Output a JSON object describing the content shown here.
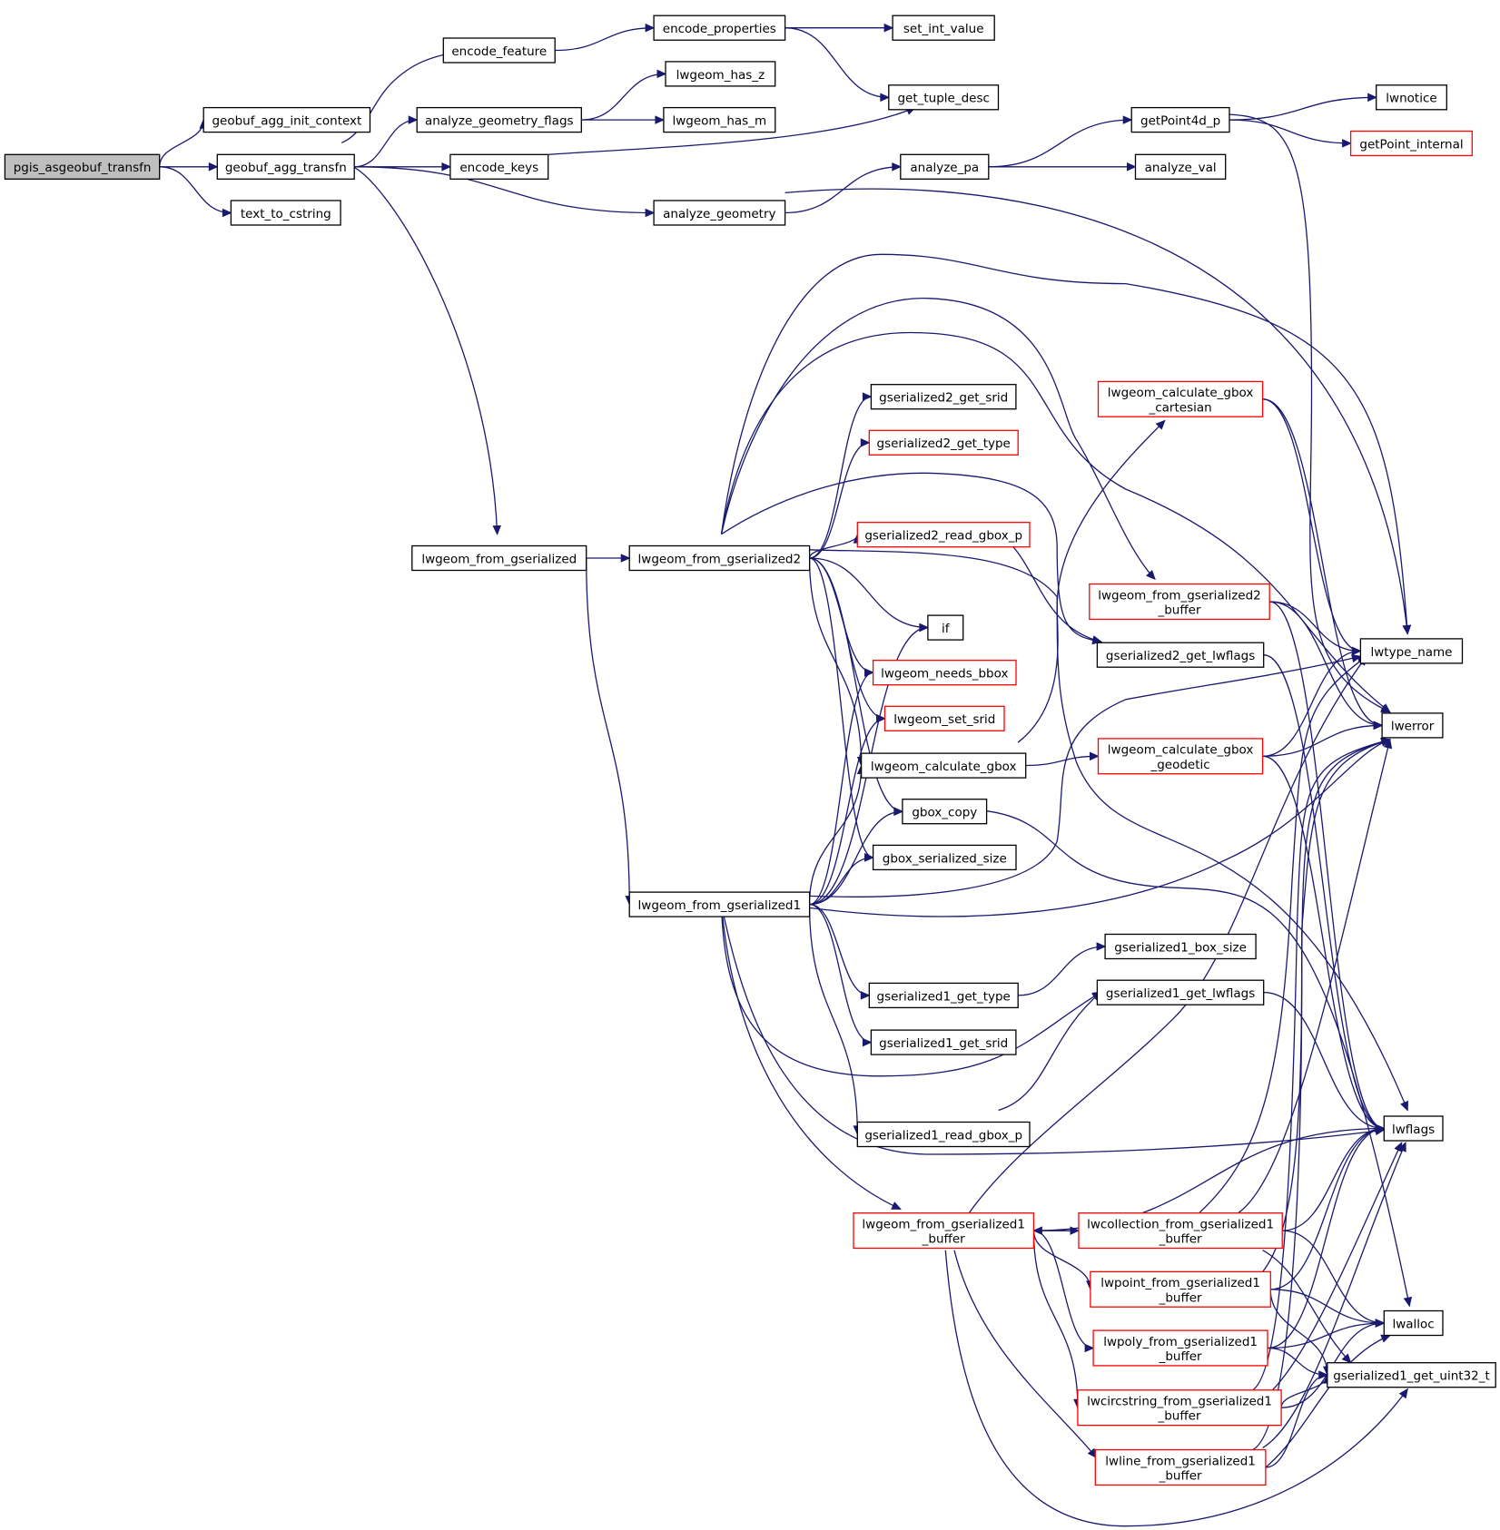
{
  "graph": {
    "nodes": {
      "root": {
        "lines": [
          "pgis_asgeobuf_transfn"
        ]
      },
      "geobuf_agg_init_context": {
        "lines": [
          "geobuf_agg_init_context"
        ]
      },
      "geobuf_agg_transfn": {
        "lines": [
          "geobuf_agg_transfn"
        ]
      },
      "text_to_cstring": {
        "lines": [
          "text_to_cstring"
        ]
      },
      "encode_feature": {
        "lines": [
          "encode_feature"
        ]
      },
      "analyze_geometry_flags": {
        "lines": [
          "analyze_geometry_flags"
        ]
      },
      "encode_keys": {
        "lines": [
          "encode_keys"
        ]
      },
      "analyze_geometry": {
        "lines": [
          "analyze_geometry"
        ]
      },
      "lwgeom_from_gserialized": {
        "lines": [
          "lwgeom_from_gserialized"
        ]
      },
      "encode_properties": {
        "lines": [
          "encode_properties"
        ]
      },
      "set_int_value": {
        "lines": [
          "set_int_value"
        ]
      },
      "get_tuple_desc": {
        "lines": [
          "get_tuple_desc"
        ]
      },
      "lwgeom_has_z": {
        "lines": [
          "lwgeom_has_z"
        ]
      },
      "lwgeom_has_m": {
        "lines": [
          "lwgeom_has_m"
        ]
      },
      "analyze_pa": {
        "lines": [
          "analyze_pa"
        ]
      },
      "getPoint4d_p": {
        "lines": [
          "getPoint4d_p"
        ]
      },
      "analyze_val": {
        "lines": [
          "analyze_val"
        ]
      },
      "lwnotice": {
        "lines": [
          "lwnotice"
        ]
      },
      "getPoint_internal": {
        "lines": [
          "getPoint_internal"
        ]
      },
      "lwgeom_from_gserialized2": {
        "lines": [
          "lwgeom_from_gserialized2"
        ]
      },
      "lwgeom_from_gserialized1": {
        "lines": [
          "lwgeom_from_gserialized1"
        ]
      },
      "gserialized2_get_srid": {
        "lines": [
          "gserialized2_get_srid"
        ]
      },
      "gserialized2_get_type": {
        "lines": [
          "gserialized2_get_type"
        ]
      },
      "gserialized2_read_gbox_p": {
        "lines": [
          "gserialized2_read_gbox_p"
        ]
      },
      "if": {
        "lines": [
          "if"
        ]
      },
      "lwgeom_needs_bbox": {
        "lines": [
          "lwgeom_needs_bbox"
        ]
      },
      "lwgeom_set_srid": {
        "lines": [
          "lwgeom_set_srid"
        ]
      },
      "lwgeom_calculate_gbox": {
        "lines": [
          "lwgeom_calculate_gbox"
        ]
      },
      "gbox_copy": {
        "lines": [
          "gbox_copy"
        ]
      },
      "gbox_serialized_size": {
        "lines": [
          "gbox_serialized_size"
        ]
      },
      "gserialized1_get_type": {
        "lines": [
          "gserialized1_get_type"
        ]
      },
      "gserialized1_get_srid": {
        "lines": [
          "gserialized1_get_srid"
        ]
      },
      "gserialized1_read_gbox_p": {
        "lines": [
          "gserialized1_read_gbox_p"
        ]
      },
      "lwgeom_from_gserialized1_buffer": {
        "lines": [
          "lwgeom_from_gserialized1",
          "_buffer"
        ]
      },
      "lwgeom_calculate_gbox_cartesian": {
        "lines": [
          "lwgeom_calculate_gbox",
          "_cartesian"
        ]
      },
      "lwgeom_from_gserialized2_buffer": {
        "lines": [
          "lwgeom_from_gserialized2",
          "_buffer"
        ]
      },
      "gserialized2_get_lwflags": {
        "lines": [
          "gserialized2_get_lwflags"
        ]
      },
      "lwgeom_calculate_gbox_geodetic": {
        "lines": [
          "lwgeom_calculate_gbox",
          "_geodetic"
        ]
      },
      "gserialized1_box_size": {
        "lines": [
          "gserialized1_box_size"
        ]
      },
      "gserialized1_get_lwflags": {
        "lines": [
          "gserialized1_get_lwflags"
        ]
      },
      "lwcollection_from_gserialized1_buffer": {
        "lines": [
          "lwcollection_from_gserialized1",
          "_buffer"
        ]
      },
      "lwpoint_from_gserialized1_buffer": {
        "lines": [
          "lwpoint_from_gserialized1",
          "_buffer"
        ]
      },
      "lwpoly_from_gserialized1_buffer": {
        "lines": [
          "lwpoly_from_gserialized1",
          "_buffer"
        ]
      },
      "lwcircstring_from_gserialized1_buffer": {
        "lines": [
          "lwcircstring_from_gserialized1",
          "_buffer"
        ]
      },
      "lwline_from_gserialized1_buffer": {
        "lines": [
          "lwline_from_gserialized1",
          "_buffer"
        ]
      },
      "lwtype_name": {
        "lines": [
          "lwtype_name"
        ]
      },
      "lwerror": {
        "lines": [
          "lwerror"
        ]
      },
      "lwflags": {
        "lines": [
          "lwflags"
        ]
      },
      "lwalloc": {
        "lines": [
          "lwalloc"
        ]
      },
      "gserialized1_get_uint32_t": {
        "lines": [
          "gserialized1_get_uint32_t"
        ]
      }
    },
    "edges": [
      [
        "root",
        "geobuf_agg_init_context"
      ],
      [
        "root",
        "geobuf_agg_transfn"
      ],
      [
        "root",
        "text_to_cstring"
      ],
      [
        "geobuf_agg_transfn",
        "encode_feature"
      ],
      [
        "geobuf_agg_transfn",
        "analyze_geometry_flags"
      ],
      [
        "geobuf_agg_transfn",
        "encode_keys"
      ],
      [
        "geobuf_agg_transfn",
        "analyze_geometry"
      ],
      [
        "geobuf_agg_transfn",
        "lwgeom_from_gserialized"
      ],
      [
        "encode_feature",
        "encode_properties"
      ],
      [
        "encode_properties",
        "set_int_value"
      ],
      [
        "encode_properties",
        "get_tuple_desc"
      ],
      [
        "analyze_geometry_flags",
        "lwgeom_has_z"
      ],
      [
        "analyze_geometry_flags",
        "lwgeom_has_m"
      ],
      [
        "encode_keys",
        "get_tuple_desc"
      ],
      [
        "analyze_geometry",
        "analyze_pa"
      ],
      [
        "analyze_geometry",
        "lwtype_name"
      ],
      [
        "analyze_pa",
        "getPoint4d_p"
      ],
      [
        "analyze_pa",
        "analyze_val"
      ],
      [
        "getPoint4d_p",
        "lwnotice"
      ],
      [
        "getPoint4d_p",
        "getPoint_internal"
      ],
      [
        "getPoint4d_p",
        "lwerror"
      ],
      [
        "lwgeom_from_gserialized",
        "lwgeom_from_gserialized2"
      ],
      [
        "lwgeom_from_gserialized",
        "lwgeom_from_gserialized1"
      ],
      [
        "lwgeom_from_gserialized2",
        "gserialized2_get_srid"
      ],
      [
        "lwgeom_from_gserialized2",
        "gserialized2_get_type"
      ],
      [
        "lwgeom_from_gserialized2",
        "gserialized2_read_gbox_p"
      ],
      [
        "lwgeom_from_gserialized2",
        "if"
      ],
      [
        "lwgeom_from_gserialized2",
        "lwgeom_needs_bbox"
      ],
      [
        "lwgeom_from_gserialized2",
        "lwgeom_set_srid"
      ],
      [
        "lwgeom_from_gserialized2",
        "lwgeom_calculate_gbox"
      ],
      [
        "lwgeom_from_gserialized2",
        "gbox_copy"
      ],
      [
        "lwgeom_from_gserialized2",
        "gbox_serialized_size"
      ],
      [
        "lwgeom_from_gserialized2",
        "lwgeom_from_gserialized2_buffer"
      ],
      [
        "lwgeom_from_gserialized2",
        "gserialized2_get_lwflags"
      ],
      [
        "lwgeom_from_gserialized2",
        "lwtype_name"
      ],
      [
        "lwgeom_from_gserialized2",
        "lwerror"
      ],
      [
        "lwgeom_from_gserialized2",
        "lwflags"
      ],
      [
        "lwgeom_from_gserialized1",
        "if"
      ],
      [
        "lwgeom_from_gserialized1",
        "lwgeom_needs_bbox"
      ],
      [
        "lwgeom_from_gserialized1",
        "lwgeom_set_srid"
      ],
      [
        "lwgeom_from_gserialized1",
        "lwgeom_calculate_gbox"
      ],
      [
        "lwgeom_from_gserialized1",
        "gbox_copy"
      ],
      [
        "lwgeom_from_gserialized1",
        "gbox_serialized_size"
      ],
      [
        "lwgeom_from_gserialized1",
        "gserialized1_get_type"
      ],
      [
        "lwgeom_from_gserialized1",
        "gserialized1_get_srid"
      ],
      [
        "lwgeom_from_gserialized1",
        "gserialized1_read_gbox_p"
      ],
      [
        "lwgeom_from_gserialized1",
        "lwgeom_from_gserialized1_buffer"
      ],
      [
        "lwgeom_from_gserialized1",
        "gserialized1_get_lwflags"
      ],
      [
        "lwgeom_from_gserialized1",
        "lwtype_name"
      ],
      [
        "lwgeom_from_gserialized1",
        "lwerror"
      ],
      [
        "lwgeom_from_gserialized1",
        "lwflags"
      ],
      [
        "gserialized2_read_gbox_p",
        "gserialized2_get_lwflags"
      ],
      [
        "lwgeom_calculate_gbox",
        "lwgeom_calculate_gbox_cartesian"
      ],
      [
        "lwgeom_calculate_gbox",
        "lwgeom_calculate_gbox_geodetic"
      ],
      [
        "gbox_copy",
        "lwalloc"
      ],
      [
        "gserialized1_get_type",
        "gserialized1_box_size"
      ],
      [
        "gserialized1_read_gbox_p",
        "gserialized1_get_lwflags"
      ],
      [
        "lwgeom_calculate_gbox_cartesian",
        "lwtype_name"
      ],
      [
        "lwgeom_calculate_gbox_cartesian",
        "lwerror"
      ],
      [
        "lwgeom_from_gserialized2_buffer",
        "lwtype_name"
      ],
      [
        "lwgeom_from_gserialized2_buffer",
        "lwerror"
      ],
      [
        "lwgeom_from_gserialized2_buffer",
        "lwflags"
      ],
      [
        "gserialized2_get_lwflags",
        "lwflags"
      ],
      [
        "lwgeom_calculate_gbox_geodetic",
        "lwtype_name"
      ],
      [
        "lwgeom_calculate_gbox_geodetic",
        "lwerror"
      ],
      [
        "lwgeom_calculate_gbox_geodetic",
        "lwflags"
      ],
      [
        "gserialized1_get_lwflags",
        "lwflags"
      ],
      [
        "lwgeom_from_gserialized1_buffer",
        "lwcollection_from_gserialized1_buffer"
      ],
      [
        "lwgeom_from_gserialized1_buffer",
        "lwpoint_from_gserialized1_buffer"
      ],
      [
        "lwgeom_from_gserialized1_buffer",
        "lwpoly_from_gserialized1_buffer"
      ],
      [
        "lwgeom_from_gserialized1_buffer",
        "lwcircstring_from_gserialized1_buffer"
      ],
      [
        "lwgeom_from_gserialized1_buffer",
        "lwline_from_gserialized1_buffer"
      ],
      [
        "lwgeom_from_gserialized1_buffer",
        "lwtype_name"
      ],
      [
        "lwgeom_from_gserialized1_buffer",
        "lwflags"
      ],
      [
        "lwgeom_from_gserialized1_buffer",
        "gserialized1_get_uint32_t"
      ],
      [
        "lwcollection_from_gserialized1_buffer",
        "lwgeom_from_gserialized1_buffer"
      ],
      [
        "lwcollection_from_gserialized1_buffer",
        "lwtype_name"
      ],
      [
        "lwcollection_from_gserialized1_buffer",
        "lwerror"
      ],
      [
        "lwcollection_from_gserialized1_buffer",
        "lwflags"
      ],
      [
        "lwcollection_from_gserialized1_buffer",
        "lwalloc"
      ],
      [
        "lwcollection_from_gserialized1_buffer",
        "gserialized1_get_uint32_t"
      ],
      [
        "lwpoint_from_gserialized1_buffer",
        "lwerror"
      ],
      [
        "lwpoint_from_gserialized1_buffer",
        "lwflags"
      ],
      [
        "lwpoint_from_gserialized1_buffer",
        "lwalloc"
      ],
      [
        "lwpoint_from_gserialized1_buffer",
        "gserialized1_get_uint32_t"
      ],
      [
        "lwpoly_from_gserialized1_buffer",
        "lwflags"
      ],
      [
        "lwpoly_from_gserialized1_buffer",
        "lwalloc"
      ],
      [
        "lwpoly_from_gserialized1_buffer",
        "gserialized1_get_uint32_t"
      ],
      [
        "lwcircstring_from_gserialized1_buffer",
        "lwerror"
      ],
      [
        "lwcircstring_from_gserialized1_buffer",
        "lwflags"
      ],
      [
        "lwcircstring_from_gserialized1_buffer",
        "lwalloc"
      ],
      [
        "lwcircstring_from_gserialized1_buffer",
        "gserialized1_get_uint32_t"
      ],
      [
        "lwline_from_gserialized1_buffer",
        "lwerror"
      ],
      [
        "lwline_from_gserialized1_buffer",
        "lwflags"
      ],
      [
        "lwline_from_gserialized1_buffer",
        "lwalloc"
      ],
      [
        "lwline_from_gserialized1_buffer",
        "gserialized1_get_uint32_t"
      ]
    ],
    "colors": {
      "edge": "#191970",
      "node_border": "#000000",
      "node_border_incomplete": "#ff0000",
      "root_fill": "#bfbfbf",
      "node_fill": "#ffffff"
    }
  }
}
